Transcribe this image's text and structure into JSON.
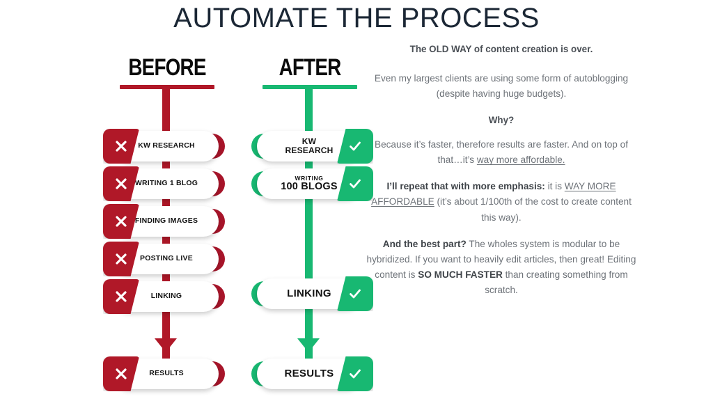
{
  "title": "AUTOMATE THE PROCESS",
  "colors": {
    "title": "#1b2735",
    "red": "#b01828",
    "green": "#18b872",
    "body_text": "#6d7278"
  },
  "before": {
    "heading": "BEFORE",
    "icon": "x-icon",
    "steps": [
      {
        "label": "KW RESEARCH"
      },
      {
        "label": "WRITING 1 BLOG"
      },
      {
        "label": "FINDING IMAGES"
      },
      {
        "label": "POSTING LIVE"
      },
      {
        "label": "LINKING"
      },
      {
        "label": "RESULTS"
      }
    ]
  },
  "after": {
    "heading": "AFTER",
    "icon": "check-icon",
    "steps": [
      {
        "line1": "KW",
        "line2": "RESEARCH"
      },
      {
        "line1": "WRITING",
        "line2": "100 BLOGS"
      },
      {
        "label": "LINKING"
      },
      {
        "label": "RESULTS"
      }
    ]
  },
  "text_panel": {
    "lead": "The OLD WAY of content creation is over.",
    "para1": "Even my largest clients are using some form of autoblogging (despite having huge budgets).",
    "why": "Why?",
    "para2_a": "Because it’s faster, therefore results are faster. And on top of that…it’s ",
    "para2_link": "way more affordable.",
    "para3_bold": "I’ll repeat that with more emphasis:",
    "para3_a": " it is ",
    "para3_link": "WAY MORE AFFORDABLE",
    "para3_b": " (it’s about 1/100th of the cost to create content this way).",
    "para4_bold": "And the best part?",
    "para4_a": " The wholes system is modular to be hybridized. If you want to heavily edit articles, then great! Editing content is ",
    "para4_strong": "SO MUCH FASTER",
    "para4_b": " than creating something from scratch."
  }
}
